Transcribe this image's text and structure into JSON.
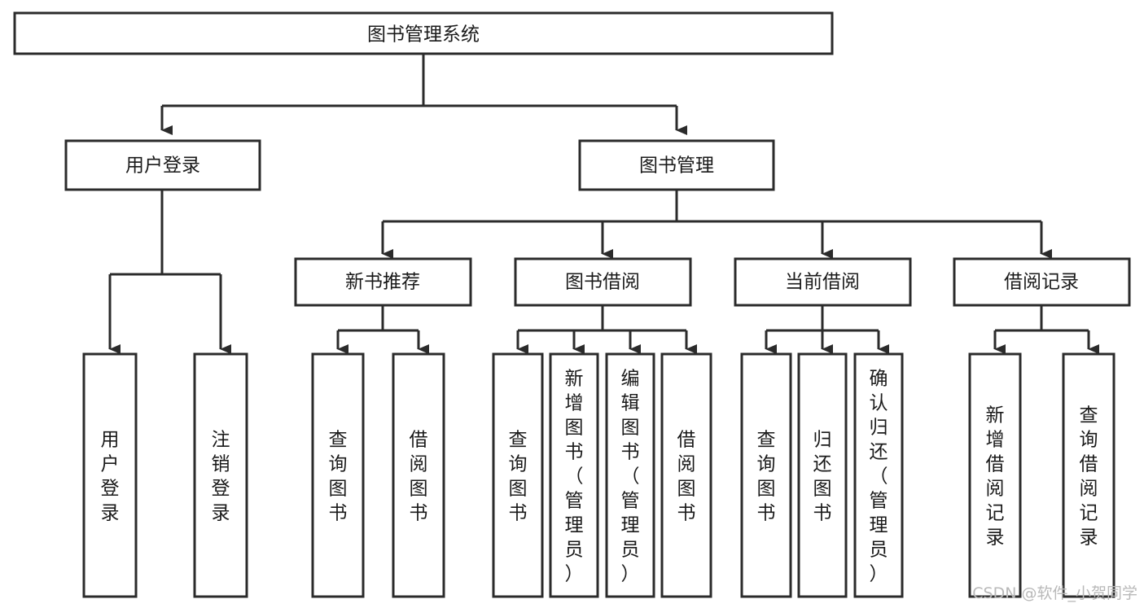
{
  "diagram": {
    "title": "图书管理系统",
    "type": "tree",
    "orientation": "top-down",
    "colors": {
      "background": "#ffffff",
      "box_fill": "#ffffff",
      "box_stroke": "#2b2b2b",
      "connector": "#2b2b2b",
      "label_text": "#1a1a1a",
      "watermark": "#b9b9b9"
    },
    "root": {
      "id": "root",
      "label": "图书管理系统",
      "text_orientation": "horizontal"
    },
    "level1": [
      {
        "id": "user-login",
        "label": "用户登录",
        "text_orientation": "horizontal"
      },
      {
        "id": "book-management",
        "label": "图书管理",
        "text_orientation": "horizontal"
      }
    ],
    "level2": [
      {
        "id": "new-book-recommend",
        "label": "新书推荐",
        "parent": "book-management",
        "text_orientation": "horizontal"
      },
      {
        "id": "book-borrow",
        "label": "图书借阅",
        "parent": "book-management",
        "text_orientation": "horizontal"
      },
      {
        "id": "current-borrow",
        "label": "当前借阅",
        "parent": "book-management",
        "text_orientation": "horizontal"
      },
      {
        "id": "borrow-record",
        "label": "借阅记录",
        "parent": "book-management",
        "text_orientation": "horizontal"
      }
    ],
    "leaves": [
      {
        "id": "leaf-user-login",
        "label": "用户登录",
        "parent": "user-login",
        "text_orientation": "vertical",
        "chars": [
          "用",
          "户",
          "登",
          "录"
        ]
      },
      {
        "id": "leaf-logout",
        "label": "注销登录",
        "parent": "user-login",
        "text_orientation": "vertical",
        "chars": [
          "注",
          "销",
          "登",
          "录"
        ]
      },
      {
        "id": "leaf-query-book-1",
        "label": "查询图书",
        "parent": "new-book-recommend",
        "text_orientation": "vertical",
        "chars": [
          "查",
          "询",
          "图",
          "书"
        ]
      },
      {
        "id": "leaf-borrow-book-1",
        "label": "借阅图书",
        "parent": "new-book-recommend",
        "text_orientation": "vertical",
        "chars": [
          "借",
          "阅",
          "图",
          "书"
        ]
      },
      {
        "id": "leaf-query-book-2",
        "label": "查询图书",
        "parent": "book-borrow",
        "text_orientation": "vertical",
        "chars": [
          "查",
          "询",
          "图",
          "书"
        ]
      },
      {
        "id": "leaf-add-book",
        "label": "新增图书（管理员）",
        "parent": "book-borrow",
        "text_orientation": "vertical",
        "chars": [
          "新",
          "增",
          "图",
          "书",
          "（",
          "管",
          "理",
          "员",
          "）"
        ]
      },
      {
        "id": "leaf-edit-book",
        "label": "编辑图书（管理员）",
        "parent": "book-borrow",
        "text_orientation": "vertical",
        "chars": [
          "编",
          "辑",
          "图",
          "书",
          "（",
          "管",
          "理",
          "员",
          "）"
        ]
      },
      {
        "id": "leaf-borrow-book-2",
        "label": "借阅图书",
        "parent": "book-borrow",
        "text_orientation": "vertical",
        "chars": [
          "借",
          "阅",
          "图",
          "书"
        ]
      },
      {
        "id": "leaf-query-book-3",
        "label": "查询图书",
        "parent": "current-borrow",
        "text_orientation": "vertical",
        "chars": [
          "查",
          "询",
          "图",
          "书"
        ]
      },
      {
        "id": "leaf-return-book",
        "label": "归还图书",
        "parent": "current-borrow",
        "text_orientation": "vertical",
        "chars": [
          "归",
          "还",
          "图",
          "书"
        ]
      },
      {
        "id": "leaf-confirm-return",
        "label": "确认归还（管理员）",
        "parent": "current-borrow",
        "text_orientation": "vertical",
        "chars": [
          "确",
          "认",
          "归",
          "还",
          "（",
          "管",
          "理",
          "员",
          "）"
        ]
      },
      {
        "id": "leaf-add-record",
        "label": "新增借阅记录",
        "parent": "borrow-record",
        "text_orientation": "vertical",
        "chars": [
          "新",
          "增",
          "借",
          "阅",
          "记",
          "录"
        ]
      },
      {
        "id": "leaf-query-record",
        "label": "查询借阅记录",
        "parent": "borrow-record",
        "text_orientation": "vertical",
        "chars": [
          "查",
          "询",
          "借",
          "阅",
          "记",
          "录"
        ]
      }
    ]
  },
  "watermark": {
    "text": "CSDN @软件_小贺同学"
  }
}
